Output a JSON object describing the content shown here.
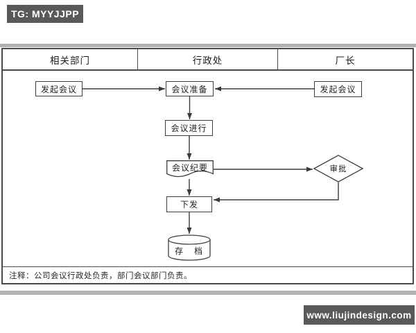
{
  "page": {
    "tag_label": "TG: MYYJJPP",
    "watermark_label": "www.liujindesign.com",
    "badge_bg": "#595959",
    "edge_band_color": "#b3b0b4",
    "background": "#ffffff"
  },
  "flowchart": {
    "border_color": "#4a4a4a",
    "line_color": "#3a3a3a",
    "lanes": [
      {
        "label": "相关部门"
      },
      {
        "label": "行政处"
      },
      {
        "label": "厂长"
      }
    ],
    "nodes": {
      "initiate_left": {
        "label": "发起会议",
        "shape": "rect",
        "lane": "相关部门"
      },
      "prepare": {
        "label": "会议准备",
        "shape": "rect",
        "lane": "行政处"
      },
      "initiate_right": {
        "label": "发起会议",
        "shape": "rect",
        "lane": "厂长"
      },
      "conduct": {
        "label": "会议进行",
        "shape": "rect",
        "lane": "行政处"
      },
      "minutes": {
        "label": "会议纪要",
        "shape": "document",
        "lane": "行政处"
      },
      "approve": {
        "label": "审批",
        "shape": "diamond",
        "lane": "厂长"
      },
      "issue": {
        "label": "下发",
        "shape": "rect",
        "lane": "行政处"
      },
      "archive": {
        "label": "存　档",
        "shape": "cylinder",
        "lane": "行政处"
      }
    },
    "edges": [
      {
        "from": "initiate_left",
        "to": "prepare"
      },
      {
        "from": "initiate_right",
        "to": "prepare"
      },
      {
        "from": "prepare",
        "to": "conduct"
      },
      {
        "from": "conduct",
        "to": "minutes"
      },
      {
        "from": "minutes",
        "to": "approve"
      },
      {
        "from": "minutes",
        "to": "issue"
      },
      {
        "from": "approve",
        "to": "issue"
      },
      {
        "from": "issue",
        "to": "archive"
      }
    ],
    "note": "注释：公司会议行政处负责，部门会议部门负责。"
  }
}
